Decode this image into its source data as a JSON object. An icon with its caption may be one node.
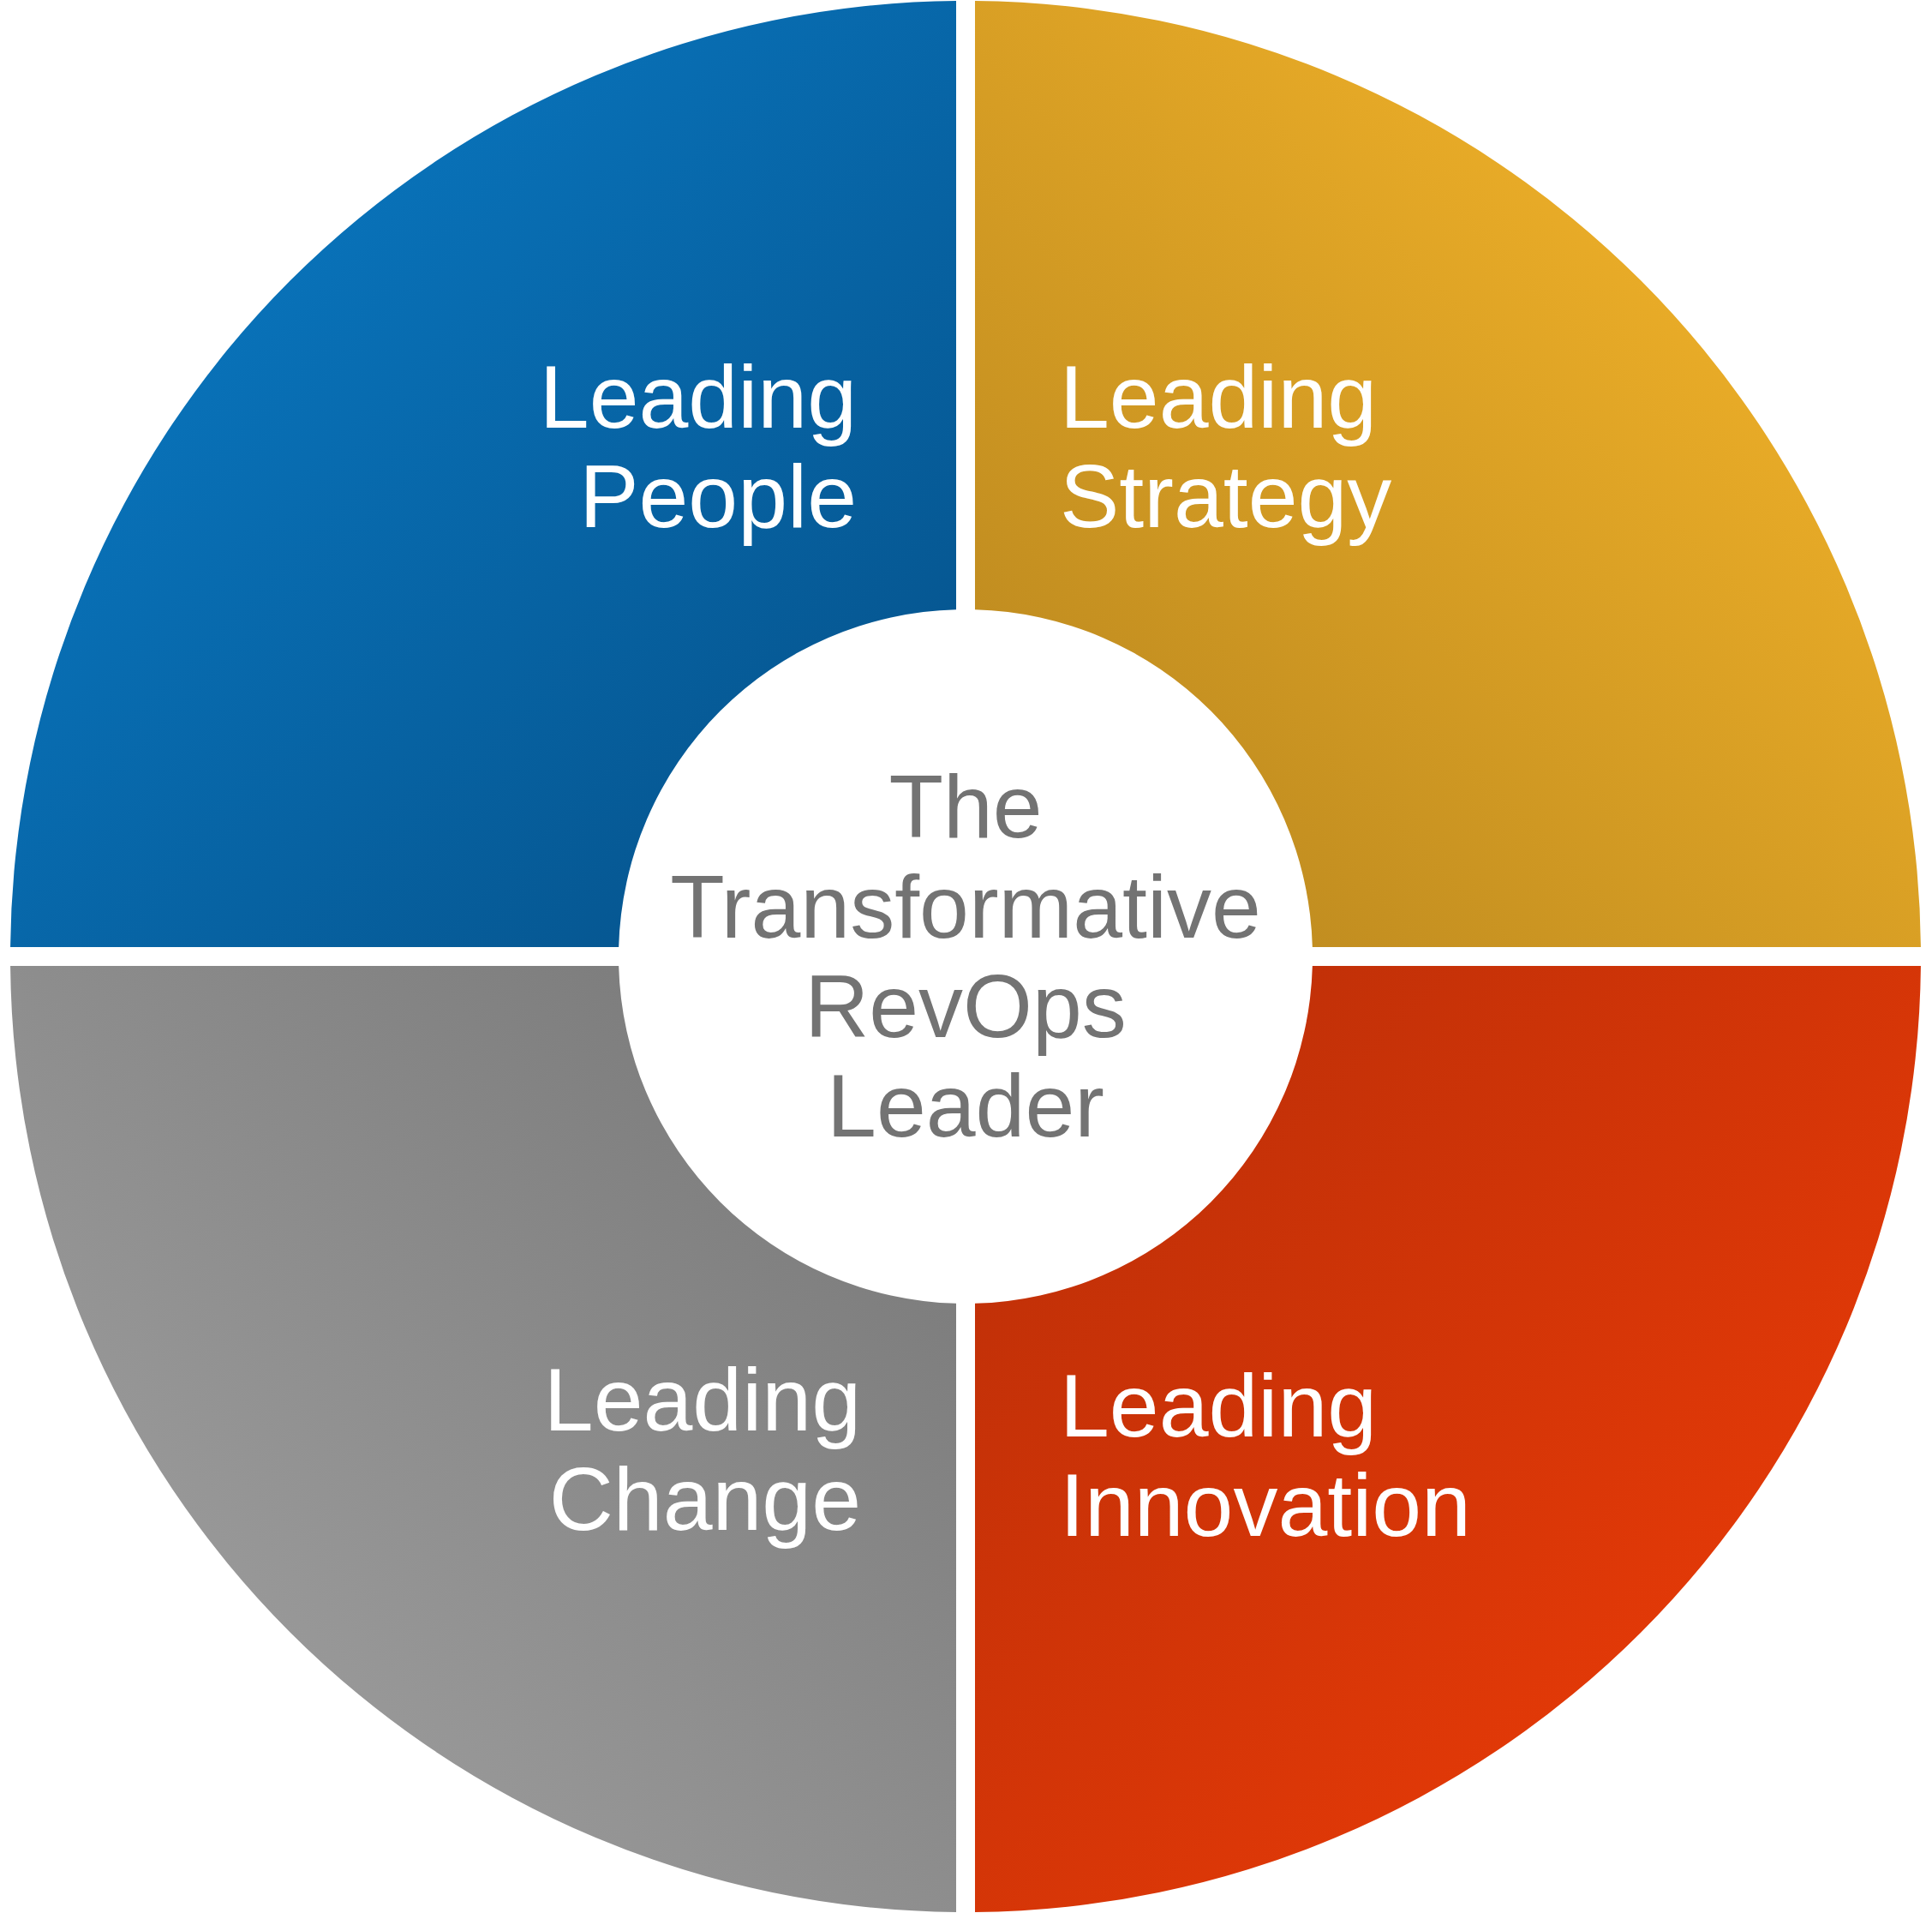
{
  "diagram": {
    "nodes": [
      {
        "text": [
          "Leading People"
        ]
      },
      {
        "text": [
          "Leading Strategy"
        ]
      },
      {
        "text": [
          "The Transformative RevOps Leader"
        ]
      },
      {
        "text": [
          "Leading Change"
        ]
      },
      {
        "text": [
          "Leading Innovation"
        ]
      }
    ]
  }
}
